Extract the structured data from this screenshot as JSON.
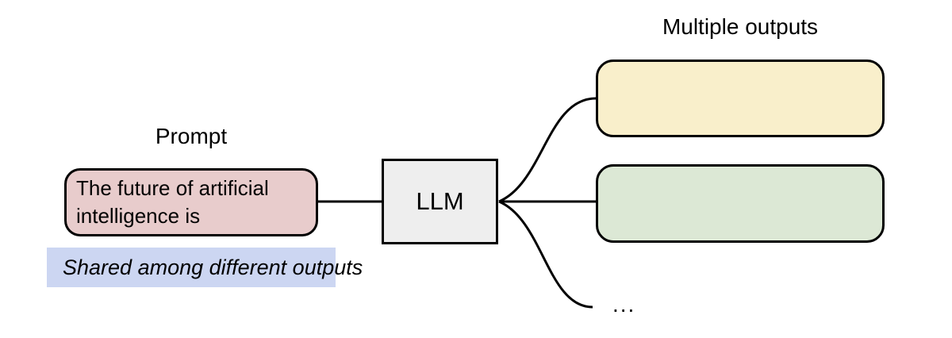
{
  "diagram": {
    "background": "#ffffff",
    "stroke_color": "#000000",
    "prompt_label": "Prompt",
    "prompt_box": {
      "text": "The future of artificial intelligence is",
      "fill": "#e8cccc"
    },
    "shared_note": {
      "text": "Shared among different outputs",
      "fill": "#ccd6f2"
    },
    "llm_box": {
      "label": "LLM",
      "fill": "#eeeeee"
    },
    "outputs_label": "Multiple outputs",
    "output_boxes": [
      {
        "name": "output-box-1",
        "fill": "#f9efcb"
      },
      {
        "name": "output-box-2",
        "fill": "#dce8d5"
      }
    ],
    "ellipsis": "..."
  }
}
